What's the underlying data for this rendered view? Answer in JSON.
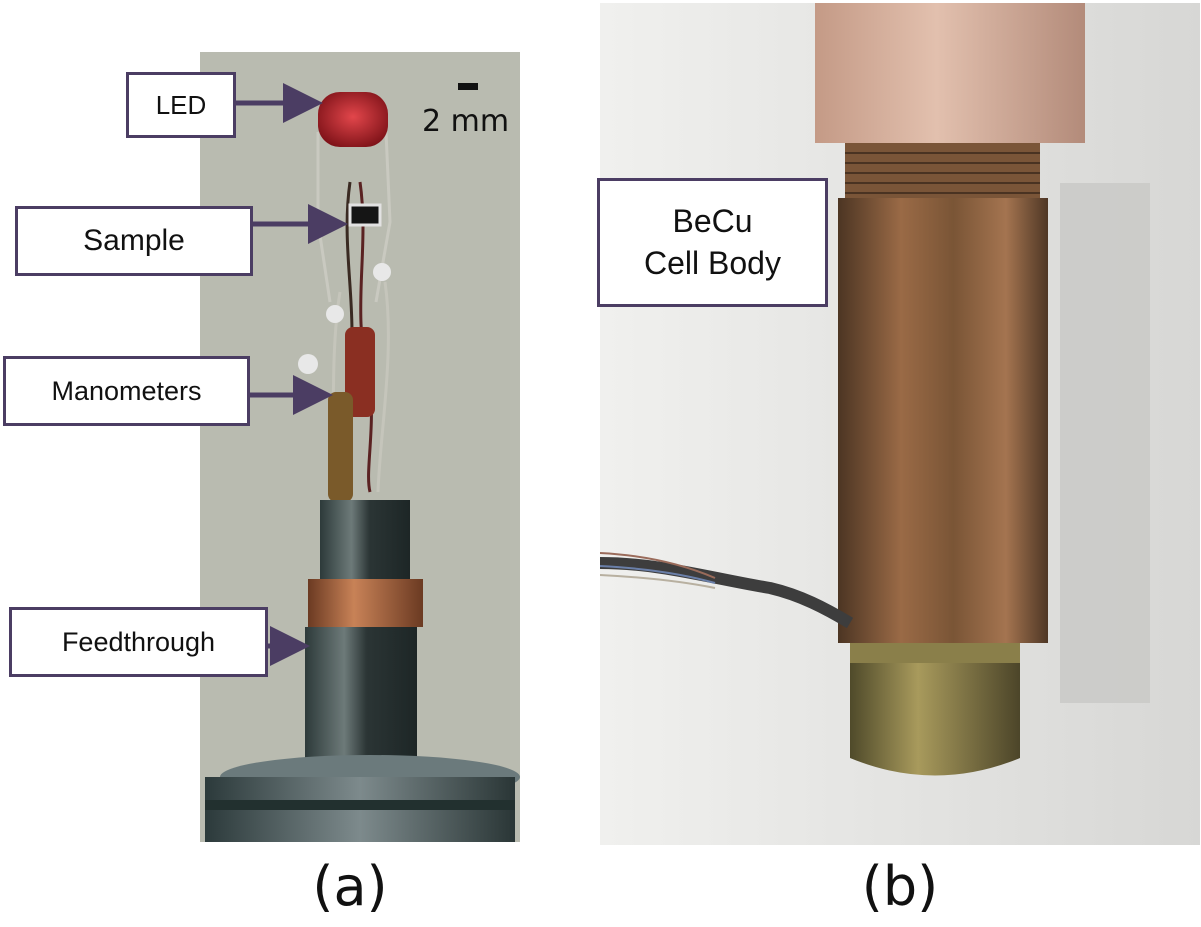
{
  "panel_a": {
    "caption": "(a)",
    "scale_bar_text": "2 mm",
    "labels": {
      "led": "LED",
      "sample": "Sample",
      "manometers": "Manometers",
      "feedthrough": "Feedthrough"
    }
  },
  "panel_b": {
    "caption": "(b)",
    "label_line1": "BeCu",
    "label_line2": "Cell Body"
  },
  "colors": {
    "label_border": "#4b3d63",
    "arrow": "#4b3d63"
  }
}
